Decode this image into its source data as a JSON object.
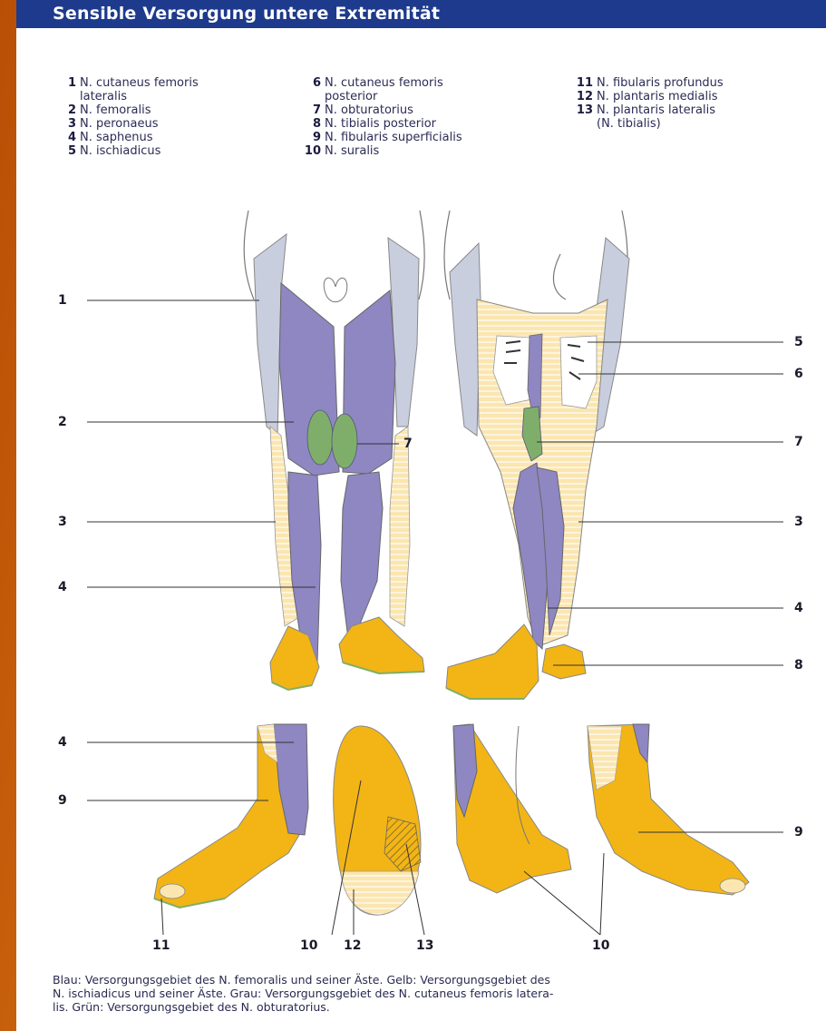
{
  "title": "Sensible Versorgung untere Extremität",
  "legend": {
    "col1": [
      {
        "num": "1",
        "lines": [
          "N. cutaneus femoris",
          "lateralis"
        ]
      },
      {
        "num": "2",
        "lines": [
          "N. femoralis"
        ]
      },
      {
        "num": "3",
        "lines": [
          "N. peronaeus"
        ]
      },
      {
        "num": "4",
        "lines": [
          "N. saphenus"
        ]
      },
      {
        "num": "5",
        "lines": [
          "N. ischiadicus"
        ]
      }
    ],
    "col2": [
      {
        "num": "6",
        "lines": [
          "N. cutaneus femoris",
          "posterior"
        ]
      },
      {
        "num": "7",
        "lines": [
          "N. obturatorius"
        ]
      },
      {
        "num": "8",
        "lines": [
          "N. tibialis posterior"
        ]
      },
      {
        "num": "9",
        "lines": [
          "N. fibularis superficialis"
        ]
      },
      {
        "num": "10",
        "lines": [
          "N. suralis"
        ]
      }
    ],
    "col3": [
      {
        "num": "11",
        "lines": [
          "N. fibularis profundus"
        ]
      },
      {
        "num": "12",
        "lines": [
          "N. plantaris medialis"
        ]
      },
      {
        "num": "13",
        "lines": [
          "N. plantaris lateralis",
          "(N. tibialis)"
        ]
      }
    ]
  },
  "labels": {
    "l1": "1",
    "l2": "2",
    "l3": "3",
    "l4": "4",
    "r5": "5",
    "r6": "6",
    "m7": "7",
    "r7": "7",
    "r3": "3",
    "r4": "4",
    "r8": "8",
    "f4": "4",
    "f9": "9",
    "r9": "9",
    "b11": "11",
    "b10a": "10",
    "b12": "12",
    "b13": "13",
    "b10b": "10"
  },
  "caption": [
    "Blau: Versorgungsgebiet des N. femoralis und seiner Äste. Gelb: Versorgungsgebiet des",
    "N. ischiadicus und seiner Äste. Grau: Versorgungsgebiet des N. cutaneus femoris latera-",
    "lis. Grün: Versorgungsgebiet des N. obturatorius."
  ],
  "colors": {
    "blue": "#8e87c2",
    "blue_dark": "#7f79b8",
    "yellow": "#f2b515",
    "yellow_light": "#fbe6b0",
    "grey": "#c9cede",
    "green": "#7fae6a",
    "header": "#1d3a8c"
  }
}
